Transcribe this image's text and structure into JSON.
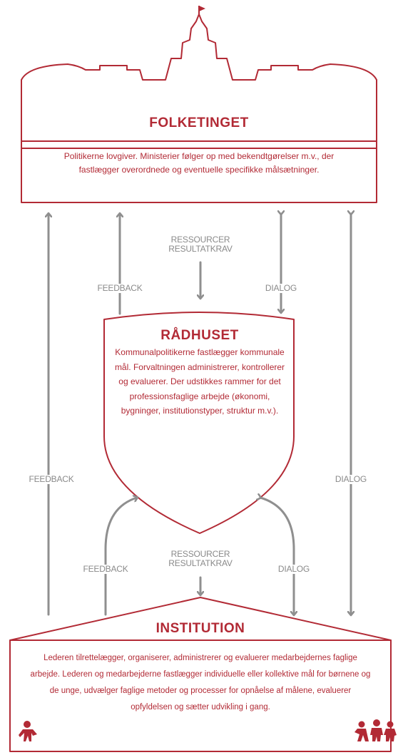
{
  "folketinget": {
    "title": "FOLKETINGET",
    "description": "Politikerne lovgiver. Ministerier følger op med bekendtgørelser m.v., der fastlægger overordnede og eventuelle specifikke målsætninger."
  },
  "raadhuset": {
    "title": "RÅDHUSET",
    "description": "Kommunalpolitikerne fastlægger kommunale mål. Forvaltningen administrerer, kontrollerer og evaluerer. Der udstikkes rammer for det professionsfaglige arbejde (økonomi, bygninger, institutionstyper, struktur m.v.)."
  },
  "institution": {
    "title": "INSTITUTION",
    "description": "Lederen tilrettelægger, organiserer, administrerer og evaluerer medarbejdernes faglige arbejde. Lederen og medarbejderne fastlægger individuelle eller kollektive mål for børnene og de unge, udvælger faglige metoder og processer for opnåelse af målene, evaluerer opfyldelsen og sætter udvikling i gang."
  },
  "labels": {
    "feedback_outer": "FEEDBACK",
    "dialog_outer": "DIALOG",
    "feedback_upper": "FEEDBACK",
    "dialog_upper": "DIALOG",
    "ressourcer_upper": "RESSOURCER",
    "resultatkrav_upper": "RESULTATKRAV",
    "feedback_lower": "FEEDBACK",
    "dialog_lower": "DIALOG",
    "ressourcer_lower": "RESSOURCER",
    "resultatkrav_lower": "RESULTATKRAV"
  },
  "colors": {
    "red": "#b22a35",
    "grey": "#8f8f8f"
  }
}
